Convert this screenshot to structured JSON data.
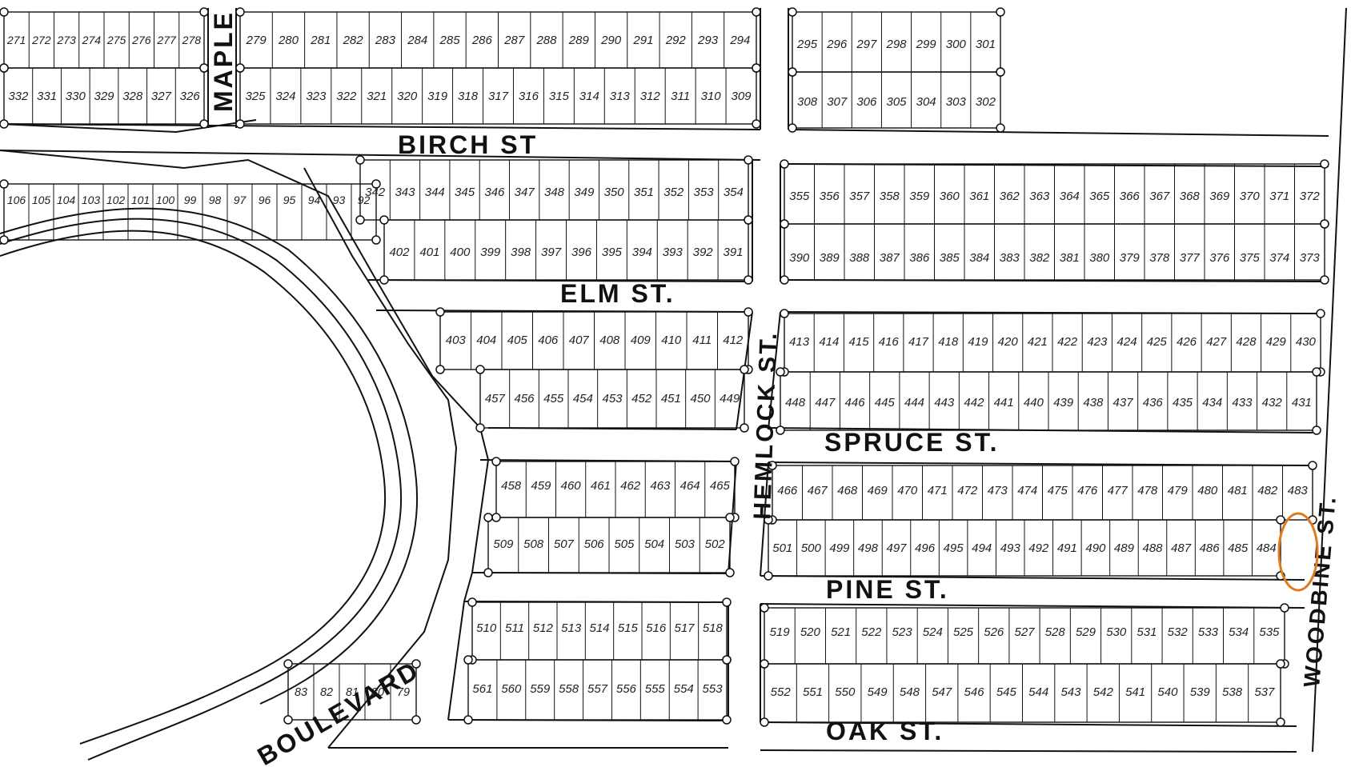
{
  "map": {
    "streets": {
      "birch": "BIRCH ST",
      "elm": "ELM ST.",
      "spruce": "SPRUCE ST.",
      "pine": "PINE ST.",
      "oak": "OAK ST.",
      "maple": "MAPLE",
      "hemlock": "HEMLOCK ST.",
      "woodbine": "WOODBINE ST.",
      "boulevard": "BOULEVARD"
    },
    "blocks": [
      {
        "id": "birch-north-west",
        "lots": [
          "279",
          "280",
          "281",
          "282",
          "283",
          "284",
          "285",
          "286",
          "287",
          "288",
          "289",
          "290",
          "291",
          "292",
          "293",
          "294"
        ]
      },
      {
        "id": "birch-north-west-south",
        "lots": [
          "325",
          "324",
          "323",
          "322",
          "321",
          "320",
          "319",
          "318",
          "317",
          "316",
          "315",
          "314",
          "313",
          "312",
          "311",
          "310",
          "309"
        ]
      },
      {
        "id": "birch-north-west-far",
        "lots": [
          "271",
          "272",
          "273",
          "274",
          "275",
          "276",
          "277",
          "278"
        ]
      },
      {
        "id": "birch-north-west-far-south",
        "lots": [
          "332",
          "331",
          "330",
          "329",
          "328",
          "327",
          "326"
        ]
      },
      {
        "id": "birch-north-east",
        "lots": [
          "295",
          "296",
          "297",
          "298",
          "299",
          "300",
          "301"
        ]
      },
      {
        "id": "birch-north-east-south",
        "lots": [
          "308",
          "307",
          "306",
          "305",
          "304",
          "303",
          "302"
        ]
      },
      {
        "id": "birch-elm-west",
        "lots": [
          "342",
          "343",
          "344",
          "345",
          "346",
          "347",
          "348",
          "349",
          "350",
          "351",
          "352",
          "353",
          "354"
        ]
      },
      {
        "id": "birch-elm-west-south",
        "lots": [
          "402",
          "401",
          "400",
          "399",
          "398",
          "397",
          "396",
          "395",
          "394",
          "393",
          "392",
          "391"
        ]
      },
      {
        "id": "birch-elm-east",
        "lots": [
          "355",
          "356",
          "357",
          "358",
          "359",
          "360",
          "361",
          "362",
          "363",
          "364",
          "365",
          "366",
          "367",
          "368",
          "369",
          "370",
          "371",
          "372"
        ]
      },
      {
        "id": "birch-elm-east-south",
        "lots": [
          "390",
          "389",
          "388",
          "387",
          "386",
          "385",
          "384",
          "383",
          "382",
          "381",
          "380",
          "379",
          "378",
          "377",
          "376",
          "375",
          "374",
          "373"
        ]
      },
      {
        "id": "elm-spruce-west",
        "lots": [
          "403",
          "404",
          "405",
          "406",
          "407",
          "408",
          "409",
          "410",
          "411",
          "412"
        ]
      },
      {
        "id": "elm-spruce-west-south",
        "lots": [
          "457",
          "456",
          "455",
          "454",
          "453",
          "452",
          "451",
          "450",
          "449"
        ]
      },
      {
        "id": "elm-spruce-east",
        "lots": [
          "413",
          "414",
          "415",
          "416",
          "417",
          "418",
          "419",
          "420",
          "421",
          "422",
          "423",
          "424",
          "425",
          "426",
          "427",
          "428",
          "429",
          "430"
        ]
      },
      {
        "id": "elm-spruce-east-south",
        "lots": [
          "448",
          "447",
          "446",
          "445",
          "444",
          "443",
          "442",
          "441",
          "440",
          "439",
          "438",
          "437",
          "436",
          "435",
          "434",
          "433",
          "432",
          "431"
        ]
      },
      {
        "id": "spruce-pine-west",
        "lots": [
          "458",
          "459",
          "460",
          "461",
          "462",
          "463",
          "464",
          "465"
        ]
      },
      {
        "id": "spruce-pine-west-south",
        "lots": [
          "509",
          "508",
          "507",
          "506",
          "505",
          "504",
          "503",
          "502"
        ]
      },
      {
        "id": "spruce-pine-east",
        "lots": [
          "466",
          "467",
          "468",
          "469",
          "470",
          "471",
          "472",
          "473",
          "474",
          "475",
          "476",
          "477",
          "478",
          "479",
          "480",
          "481",
          "482",
          "483"
        ]
      },
      {
        "id": "spruce-pine-east-south",
        "lots": [
          "501",
          "500",
          "499",
          "498",
          "497",
          "496",
          "495",
          "494",
          "493",
          "492",
          "491",
          "490",
          "489",
          "488",
          "487",
          "486",
          "485",
          "484"
        ]
      },
      {
        "id": "pine-oak-west",
        "lots": [
          "510",
          "511",
          "512",
          "513",
          "514",
          "515",
          "516",
          "517",
          "518"
        ]
      },
      {
        "id": "pine-oak-west-south",
        "lots": [
          "561",
          "560",
          "559",
          "558",
          "557",
          "556",
          "555",
          "554",
          "553"
        ]
      },
      {
        "id": "pine-oak-east",
        "lots": [
          "519",
          "520",
          "521",
          "522",
          "523",
          "524",
          "525",
          "526",
          "527",
          "528",
          "529",
          "530",
          "531",
          "532",
          "533",
          "534",
          "535"
        ]
      },
      {
        "id": "pine-oak-east-south",
        "lots": [
          "552",
          "551",
          "550",
          "549",
          "548",
          "547",
          "546",
          "545",
          "544",
          "543",
          "542",
          "541",
          "540",
          "539",
          "538",
          "537"
        ]
      },
      {
        "id": "lake-lots-north",
        "lots": [
          "106",
          "105",
          "104",
          "103",
          "102",
          "101",
          "100",
          "99",
          "98",
          "97",
          "96",
          "95",
          "94",
          "93",
          "92"
        ]
      },
      {
        "id": "lake-lots-south",
        "lots": [
          "83",
          "82",
          "81",
          "80",
          "79"
        ]
      }
    ],
    "highlight": {
      "lot": "484",
      "color": "#e07a1f"
    }
  }
}
